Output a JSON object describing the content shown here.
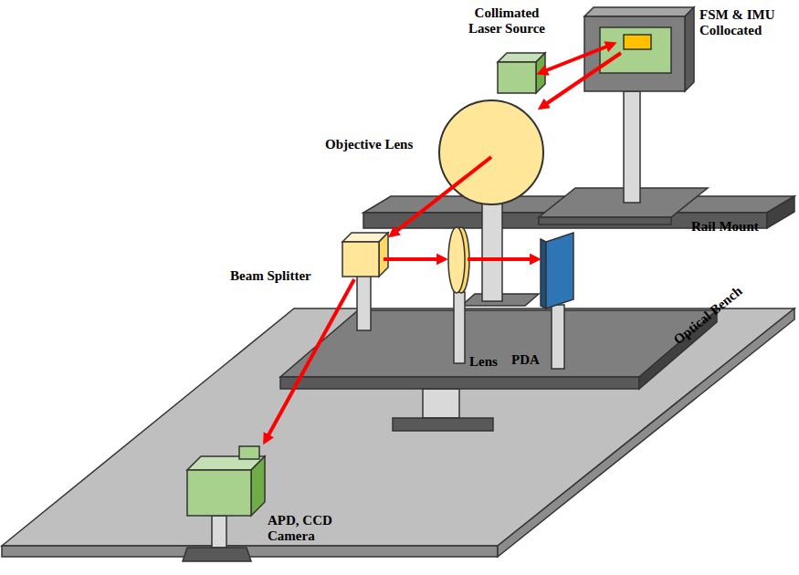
{
  "diagram": {
    "labels": [
      "Collimated Laser Source",
      "FSM & IMU Collocated",
      "Objective Lens",
      "Rail Mount",
      "Beam Splitter",
      "Lens",
      "PDA",
      "Optical Bench",
      "APD, CCD Camera"
    ]
  }
}
